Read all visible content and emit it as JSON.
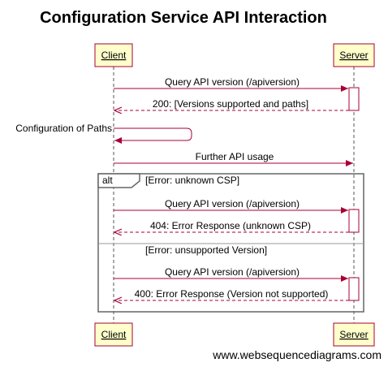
{
  "title": "Configuration Service API Interaction",
  "participants": {
    "client": "Client",
    "server": "Server"
  },
  "messages": {
    "m1": "Query API version (/apiversion)",
    "m2": "200: [Versions supported and paths]",
    "m3": "Configuration of Paths",
    "m4": "Further API usage",
    "m5": "Query API version (/apiversion)",
    "m6": "404: Error Response (unknown CSP)",
    "m7": "Query API version (/apiversion)",
    "m8": "400: Error Response (Version not supported)"
  },
  "fragment": {
    "operator": "alt",
    "guard1": "[Error: unknown CSP]",
    "guard2": "[Error: unsupported Version]"
  },
  "footer": "www.websequencediagrams.com",
  "colors": {
    "actor_fill": "#ffffcc",
    "actor_stroke": "#a80036",
    "arrow": "#a80036",
    "lifeline": "#555555",
    "fragment_stroke": "#666666"
  }
}
